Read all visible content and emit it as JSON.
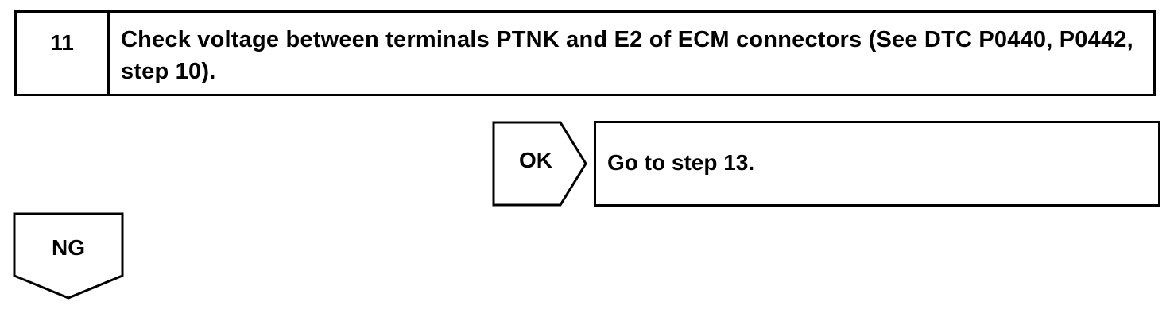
{
  "step": {
    "number": "11",
    "text": "Check voltage between terminals PTNK and E2 of ECM connectors (See DTC P0440, P0442, step 10)."
  },
  "ok_branch": {
    "label": "OK",
    "result": "Go to step 13."
  },
  "ng_branch": {
    "label": "NG"
  }
}
